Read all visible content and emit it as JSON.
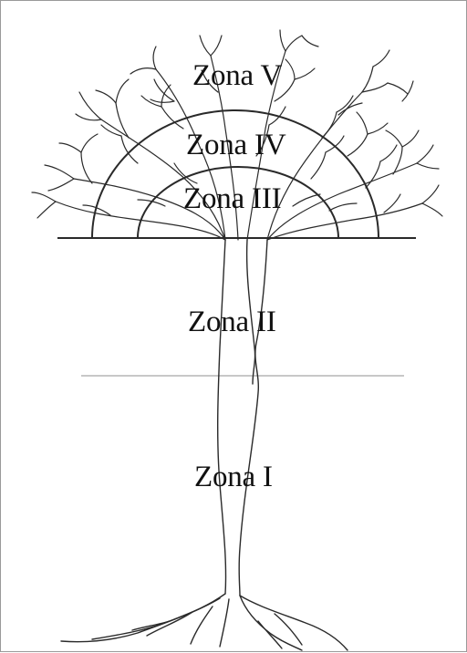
{
  "figure": {
    "zones": [
      {
        "id": "zona-v",
        "label": "Zona V"
      },
      {
        "id": "zona-iv",
        "label": "Zona IV"
      },
      {
        "id": "zona-iii",
        "label": "Zona III"
      },
      {
        "id": "zona-ii",
        "label": "Zona II"
      },
      {
        "id": "zona-i",
        "label": "Zona I"
      }
    ],
    "colors": {
      "line": "#2a2a2a",
      "divider": "#b5b5b5",
      "text": "#111111",
      "frame": "#9a9a9a"
    }
  }
}
